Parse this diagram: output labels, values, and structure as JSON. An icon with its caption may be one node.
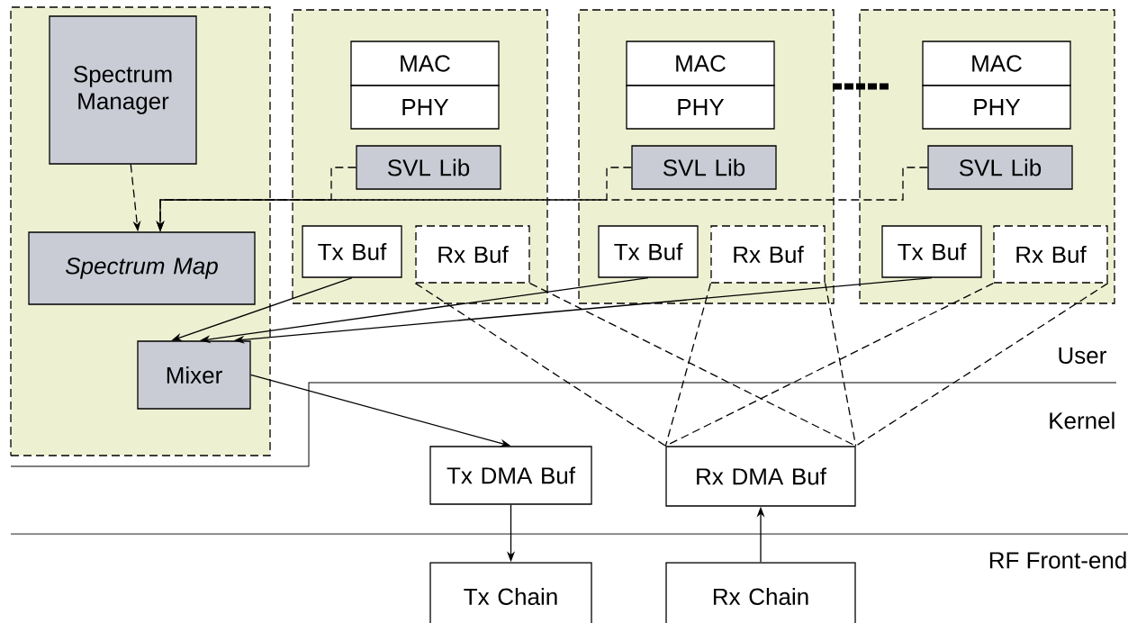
{
  "diagram": {
    "nodes": [
      {
        "text": [],
        "shape": "box"
      },
      {
        "text": [
          "Spectrum Manager"
        ],
        "in": 0
      },
      {
        "text": [
          "Spectrum Map"
        ],
        "in": 0
      },
      {
        "text": [
          "Mixer"
        ],
        "in": 0
      },
      {
        "text": [],
        "shape": "box"
      },
      {
        "text": [
          "MAC"
        ],
        "in": 4
      },
      {
        "text": [
          "PHY"
        ],
        "in": 4
      },
      {
        "text": [
          "SVL Lib"
        ],
        "in": 4
      },
      {
        "text": [
          "Tx Buf"
        ],
        "in": 4
      },
      {
        "text": [
          "Rx Buf"
        ],
        "in": 4
      },
      {
        "text": [],
        "shape": "box"
      },
      {
        "text": [
          "MAC"
        ],
        "in": 10
      },
      {
        "text": [
          "PHY"
        ],
        "in": 10
      },
      {
        "text": [
          "SVL Lib"
        ],
        "in": 10
      },
      {
        "text": [
          "Tx Buf"
        ],
        "in": 10
      },
      {
        "text": [
          "Rx Buf"
        ],
        "in": 10
      },
      {
        "text": [],
        "shape": "box"
      },
      {
        "text": [
          "MAC"
        ],
        "in": 16
      },
      {
        "text": [
          "PHY"
        ],
        "in": 16
      },
      {
        "text": [
          "SVL Lib"
        ],
        "in": 16
      },
      {
        "text": [
          "Tx Buf"
        ],
        "in": 16
      },
      {
        "text": [
          "Rx Buf"
        ],
        "in": 16
      },
      {
        "text": [
          "Tx DMA Buf"
        ]
      },
      {
        "text": [
          "Rx DMA Buf"
        ]
      },
      {
        "text": [
          "Tx Chain"
        ]
      },
      {
        "text": [
          "Rx Chain"
        ]
      }
    ],
    "edges": [
      {
        "from": 1,
        "to": 2,
        "arrow": "to",
        "style": "dashed"
      },
      {
        "from": 7,
        "to": 2,
        "arrow": "to",
        "style": "dashed"
      },
      {
        "from": 13,
        "to": 2,
        "arrow": "to",
        "style": "dashed"
      },
      {
        "from": 19,
        "to": 2,
        "arrow": "to",
        "style": "dashed"
      },
      {
        "from": 8,
        "to": 3,
        "arrow": "to"
      },
      {
        "from": 14,
        "to": 3,
        "arrow": "to"
      },
      {
        "from": 20,
        "to": 3,
        "arrow": "to"
      },
      {
        "from": 3,
        "to": 22,
        "arrow": "to"
      },
      {
        "from": 9,
        "to": 23,
        "arrow": "none",
        "style": "dashed"
      },
      {
        "from": 9,
        "to": 23,
        "arrow": "none",
        "style": "dashed"
      },
      {
        "from": 15,
        "to": 23,
        "arrow": "none",
        "style": "dashed"
      },
      {
        "from": 15,
        "to": 23,
        "arrow": "none",
        "style": "dashed"
      },
      {
        "from": 21,
        "to": 23,
        "arrow": "none",
        "style": "dashed"
      },
      {
        "from": 21,
        "to": 23,
        "arrow": "none",
        "style": "dashed"
      },
      {
        "from": 22,
        "to": 24,
        "arrow": "to"
      },
      {
        "from": 25,
        "to": 23,
        "arrow": "to"
      }
    ],
    "labels": [
      "User",
      "Kernel",
      "RF Front-end"
    ]
  }
}
